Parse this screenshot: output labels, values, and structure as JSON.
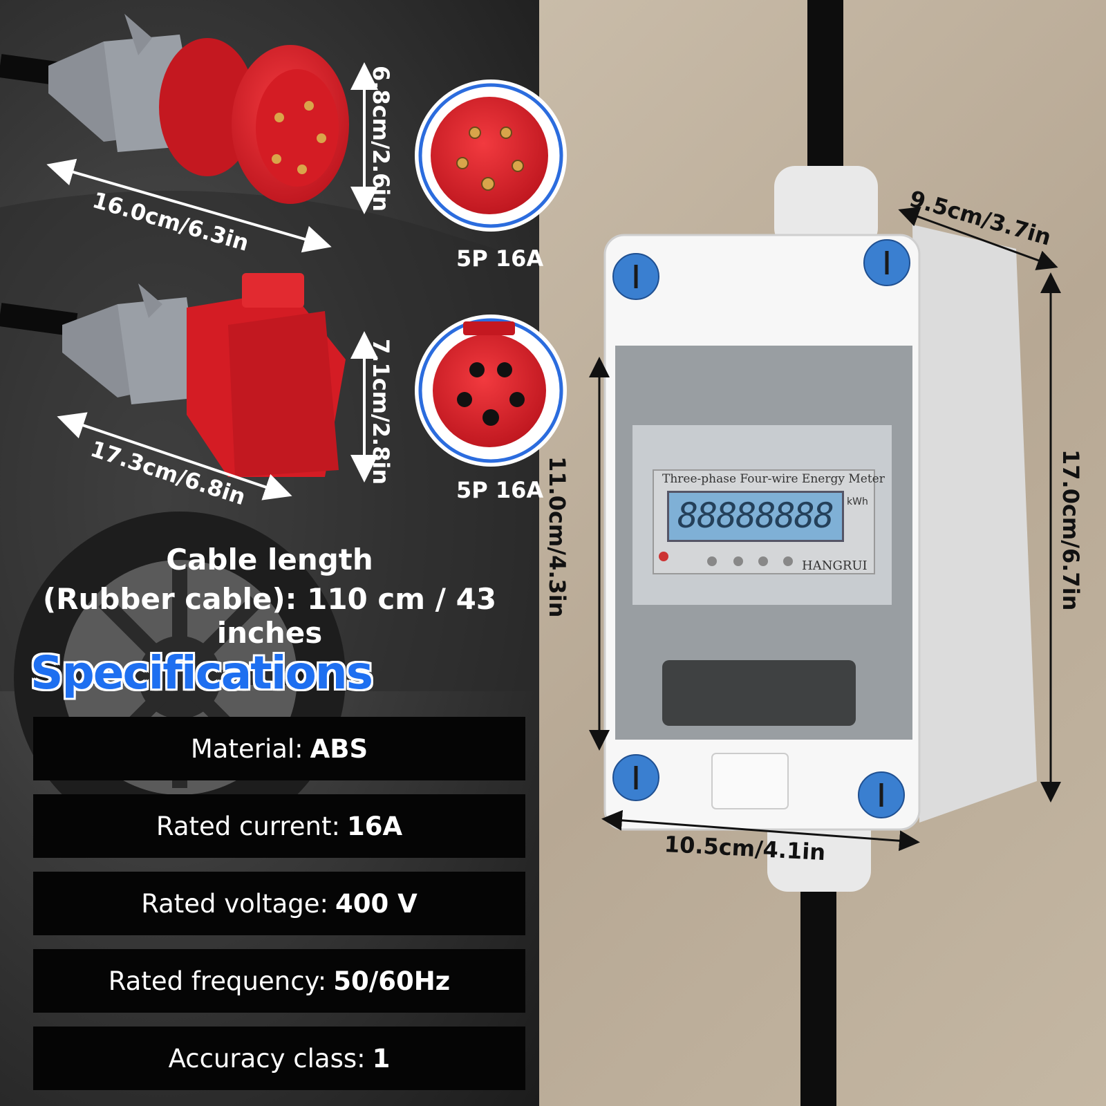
{
  "dimensions": {
    "plug_length": "16.0cm/6.3in",
    "plug_height": "6.8cm/2.6in",
    "plug_type": "5P 16A",
    "socket_length": "17.3cm/6.8in",
    "socket_height": "7.1cm/2.8in",
    "socket_type": "5P 16A",
    "box_depth": "9.5cm/3.7in",
    "box_height": "17.0cm/6.7in",
    "window_height": "11.0cm/4.3in",
    "box_width": "10.5cm/4.1in"
  },
  "cable": {
    "line1": "Cable length",
    "line2": "(Rubber cable): 110 cm / 43 inches"
  },
  "specifications": {
    "title": "Specifications",
    "rows": [
      {
        "label": "Material:",
        "value": "ABS"
      },
      {
        "label": "Rated current:",
        "value": "16A"
      },
      {
        "label": "Rated voltage:",
        "value": "400 V"
      },
      {
        "label": "Rated frequency:",
        "value": "50/60Hz"
      },
      {
        "label": "Accuracy class:",
        "value": "1"
      }
    ]
  },
  "meter": {
    "title": "Three-phase Four-wire Energy Meter",
    "display": "88888888",
    "unit": "kWh",
    "brand": "HANGRUI"
  },
  "colors": {
    "connector_red": "#e0202a",
    "spec_title_blue": "#1e6ff0",
    "screw_blue": "#3a7fd0"
  }
}
